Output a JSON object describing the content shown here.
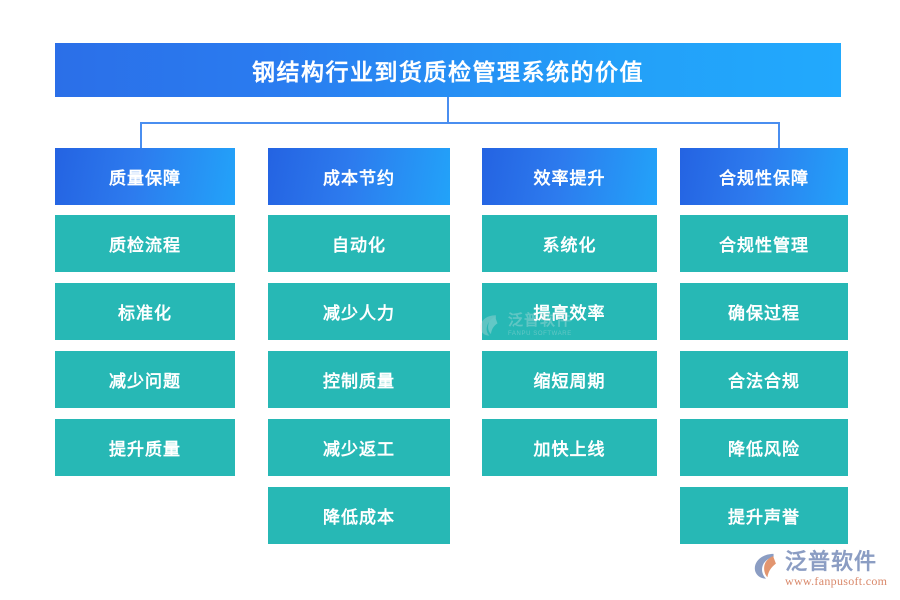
{
  "page": {
    "title": "钢结构行业到货质检管理系统的价值",
    "background": "#ffffff"
  },
  "colors": {
    "banner_start": "#2b6fe8",
    "banner_end": "#22a9fd",
    "head_box_start": "#2463e2",
    "head_box_end": "#22a3f9",
    "leaf_box": "#27b8b5",
    "connector": "#4a8ef0",
    "logo_text": "#8b9dc3",
    "logo_url": "#d9886a"
  },
  "diagram": {
    "type": "hierarchy",
    "root": "钢结构行业到货质检管理系统的价值",
    "columns": [
      {
        "head": "质量保障",
        "leaves": [
          "质检流程",
          "标准化",
          "减少问题",
          "提升质量"
        ]
      },
      {
        "head": "成本节约",
        "leaves": [
          "自动化",
          "减少人力",
          "控制质量",
          "减少返工",
          "降低成本"
        ]
      },
      {
        "head": "效率提升",
        "leaves": [
          "系统化",
          "提高效率",
          "缩短周期",
          "加快上线"
        ]
      },
      {
        "head": "合规性保障",
        "leaves": [
          "合规性管理",
          "确保过程",
          "合法合规",
          "降低风险",
          "提升声誉"
        ]
      }
    ]
  },
  "watermark": {
    "cn": "泛普软件",
    "en": "FANPU SOFTWARE"
  },
  "logo": {
    "cn": "泛普软件",
    "url": "www.fanpusoft.com"
  }
}
